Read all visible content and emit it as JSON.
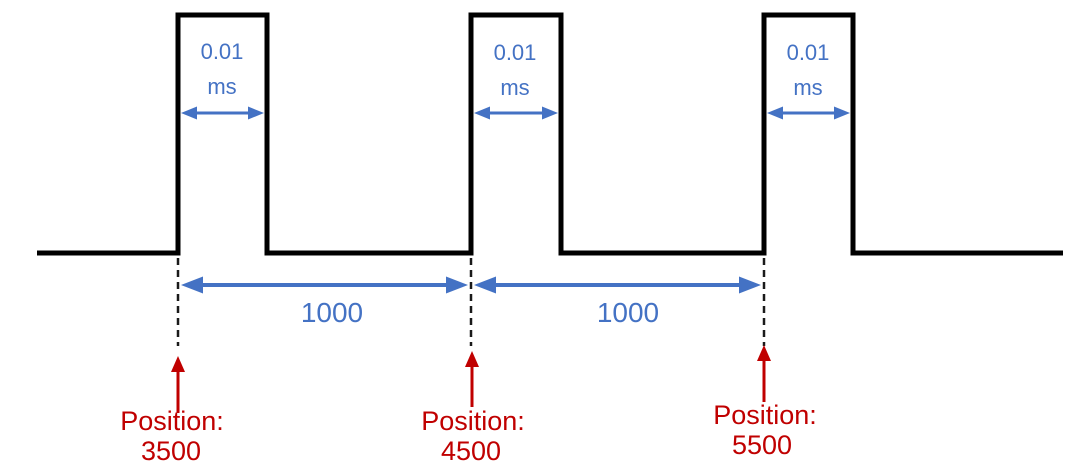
{
  "colors": {
    "signal": "#000000",
    "dimension_blue": "#4472C4",
    "marker_red": "#C00000",
    "background": "#FFFFFF"
  },
  "pulses": [
    {
      "width_value": "0.01",
      "width_unit": "ms"
    },
    {
      "width_value": "0.01",
      "width_unit": "ms"
    },
    {
      "width_value": "0.01",
      "width_unit": "ms"
    }
  ],
  "intervals": [
    {
      "label": "1000"
    },
    {
      "label": "1000"
    }
  ],
  "position_markers": [
    {
      "label": "Position:",
      "value": "3500"
    },
    {
      "label": "Position:",
      "value": "4500"
    },
    {
      "label": "Position:",
      "value": "5500"
    }
  ],
  "waveform": {
    "type": "pulse-train",
    "pulse_count": 3,
    "pulse_width": "0.01 ms",
    "pulse_spacing": "1000",
    "pulse_positions": [
      "3500",
      "4500",
      "5500"
    ]
  }
}
